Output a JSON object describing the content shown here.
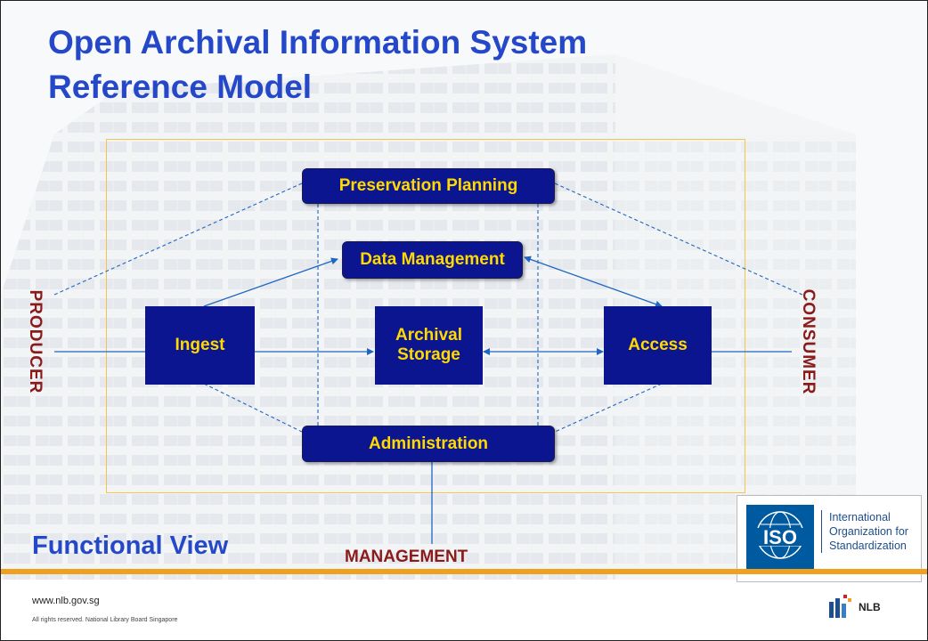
{
  "title": {
    "line1": "Open Archival Information System",
    "line2": "Reference Model"
  },
  "diagram": {
    "preservation_planning": "Preservation Planning",
    "data_management": "Data Management",
    "ingest": "Ingest",
    "archival_storage": "Archival Storage",
    "access": "Access",
    "administration": "Administration",
    "producer": "PRODUCER",
    "consumer": "CONSUMER",
    "management": "MANAGEMENT"
  },
  "view_label": "Functional View",
  "iso": {
    "logo_text": "ISO",
    "line1": "International",
    "line2": "Organization for",
    "line3": "Standardization"
  },
  "footer": {
    "url": "www.nlb.gov.sg",
    "rights": "All rights reserved. National Library Board Singapore",
    "logo_text": "NLB"
  },
  "colors": {
    "title": "#2448c8",
    "box_fill": "#0b1590",
    "box_text": "#ffd900",
    "side_labels": "#8b1a1a",
    "frame": "#f2c44a",
    "accent_bar": "#f0a020",
    "connectors": "#1f66c2"
  }
}
